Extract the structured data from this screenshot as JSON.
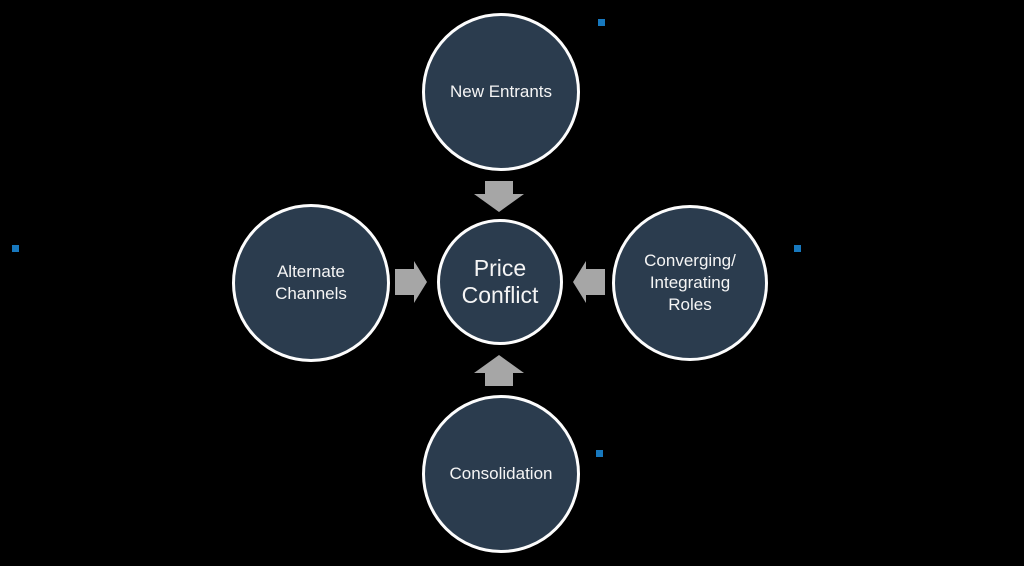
{
  "diagram": {
    "title": "Price Conflict driver diagram",
    "colors": {
      "background": "#000000",
      "circle_fill": "#2b3c4e",
      "circle_stroke": "#fdfdfd",
      "text": "#f5f5f5",
      "arrow": "#a6a6a6",
      "accent_square": "#1778be"
    },
    "center_node": {
      "label": "Price Conflict",
      "lines": [
        "Price",
        "Conflict"
      ]
    },
    "outer_nodes": [
      {
        "id": "new-entrants",
        "position": "top",
        "label": "New Entrants",
        "lines": [
          "New Entrants"
        ]
      },
      {
        "id": "alternate-channels",
        "position": "left",
        "label": "Alternate Channels",
        "lines": [
          "Alternate",
          "Channels"
        ]
      },
      {
        "id": "converging-integrating-roles",
        "position": "right",
        "label": "Converging/ Integrating Roles",
        "lines": [
          "Converging/",
          "Integrating",
          "Roles"
        ]
      },
      {
        "id": "consolidation",
        "position": "bottom",
        "label": "Consolidation",
        "lines": [
          "Consolidation"
        ]
      }
    ],
    "arrows": [
      {
        "from": "new-entrants",
        "to": "price-conflict",
        "direction": "down"
      },
      {
        "from": "alternate-channels",
        "to": "price-conflict",
        "direction": "right"
      },
      {
        "from": "converging-integrating-roles",
        "to": "price-conflict",
        "direction": "left"
      },
      {
        "from": "consolidation",
        "to": "price-conflict",
        "direction": "up"
      }
    ],
    "accent_squares": [
      {
        "position": "left-edge"
      },
      {
        "position": "top-right-of-new-entrants"
      },
      {
        "position": "right-of-converging-roles"
      },
      {
        "position": "right-of-consolidation"
      }
    ]
  }
}
